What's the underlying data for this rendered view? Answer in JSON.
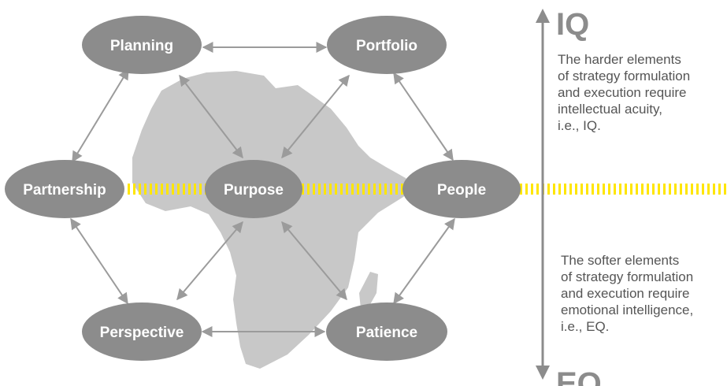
{
  "colors": {
    "node_fill": "#8c8c8c",
    "node_text": "#ffffff",
    "connector": "#9b9b9b",
    "dashed_band": "#ffe600",
    "map_fill": "#c8c8c8",
    "axis": "#8c8c8c",
    "note_text": "#555555"
  },
  "nodes": {
    "planning": "Planning",
    "portfolio": "Portfolio",
    "partnership": "Partnership",
    "purpose": "Purpose",
    "people": "People",
    "perspective": "Perspective",
    "patience": "Patience"
  },
  "axis": {
    "top_label": "IQ",
    "bottom_label": "EQ",
    "top_note": [
      "The harder elements",
      "of strategy formulation",
      "and execution require",
      "intellectual acuity,",
      "i.e., IQ."
    ],
    "bottom_note": [
      "The softer elements",
      "of strategy formulation",
      "and execution require",
      "emotional intelligence,",
      "i.e., EQ."
    ]
  },
  "icons": {
    "map": "africa-map-silhouette"
  }
}
